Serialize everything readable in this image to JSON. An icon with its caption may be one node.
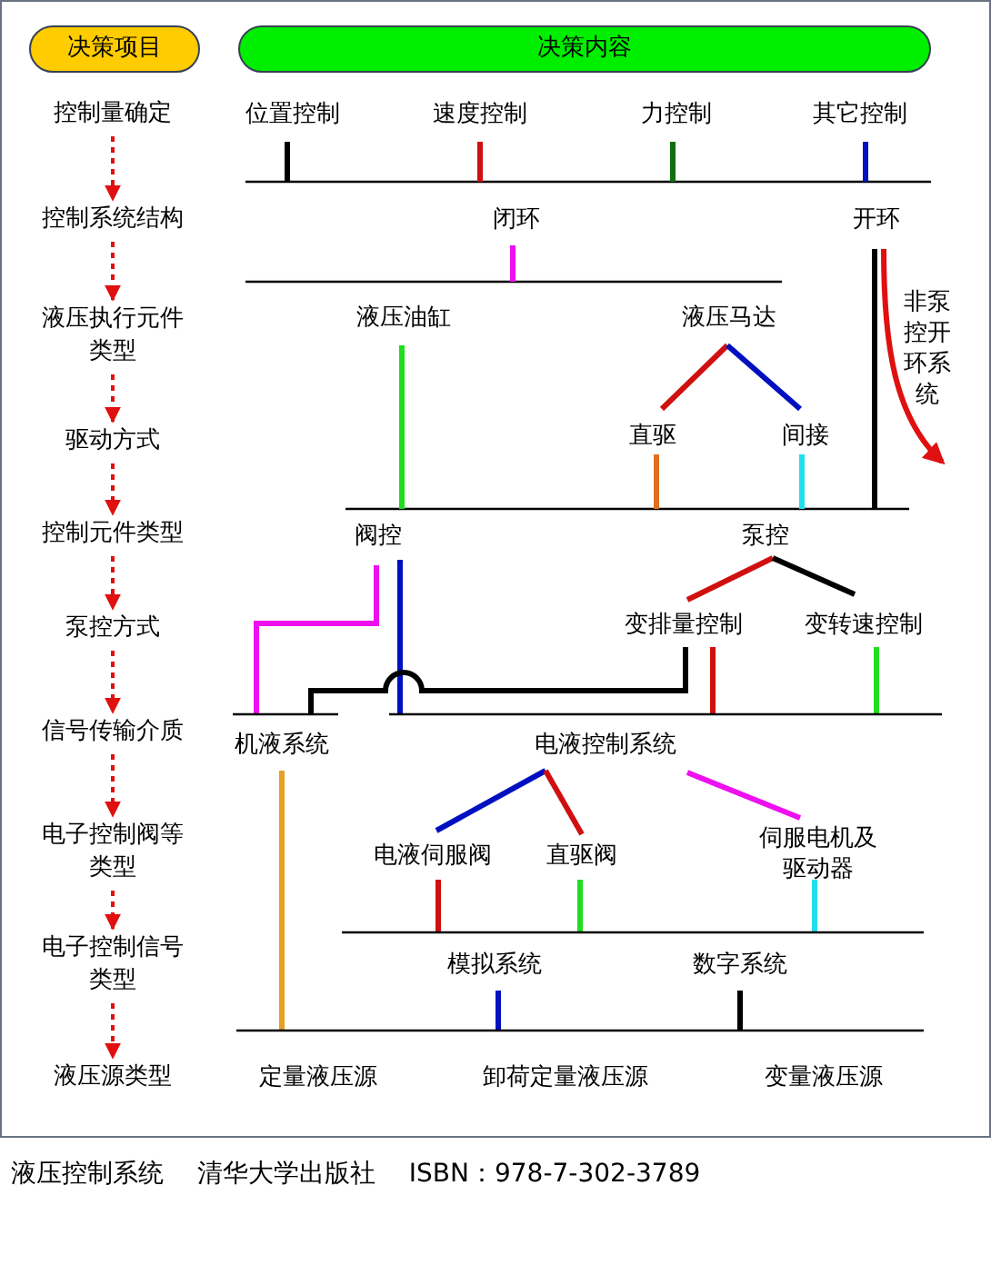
{
  "diagram": {
    "caption": "液压控制系统 清华大学出版社 ISBN：978-7-302-3789",
    "nodes": [
      {
        "text": [
          "决策项目"
        ]
      },
      {
        "text": [
          "决策内容"
        ]
      },
      {
        "text": [
          "控制量确定"
        ]
      },
      {
        "text": [
          "控制系统结构"
        ]
      },
      {
        "text": [
          "液压执行元件类型"
        ]
      },
      {
        "text": [
          "驱动方式"
        ]
      },
      {
        "text": [
          "控制元件类型"
        ]
      },
      {
        "text": [
          "泵控方式"
        ]
      },
      {
        "text": [
          "信号传输介质"
        ]
      },
      {
        "text": [
          "电子控制阀等类型"
        ]
      },
      {
        "text": [
          "电子控制信号类型"
        ]
      },
      {
        "text": [
          "液压源类型"
        ]
      }
    ],
    "edges": [
      {
        "from": 2,
        "to": 3,
        "arrow": "to",
        "style": "dashed"
      },
      {
        "from": 3,
        "to": 4,
        "arrow": "to",
        "style": "dashed"
      },
      {
        "from": 4,
        "to": 5,
        "arrow": "to",
        "style": "dashed"
      },
      {
        "from": 5,
        "to": 6,
        "arrow": "to",
        "style": "dashed"
      },
      {
        "from": 6,
        "to": 7,
        "arrow": "to",
        "style": "dashed"
      },
      {
        "from": 7,
        "to": 8,
        "arrow": "to",
        "style": "dashed"
      },
      {
        "from": 8,
        "to": 9,
        "arrow": "to",
        "style": "dashed"
      },
      {
        "from": 9,
        "to": 10,
        "arrow": "to",
        "style": "dashed"
      },
      {
        "from": 10,
        "to": 11,
        "arrow": "to",
        "style": "dashed"
      }
    ],
    "labels": [
      "位置控制",
      "速度控制",
      "力控制",
      "其它控制",
      "闭环",
      "开环",
      "非泵控开环系统",
      "液压油缸",
      "液压马达",
      "直驱",
      "间接",
      "阀控",
      "泵控",
      "变排量控制",
      "变转速控制",
      "机液系统",
      "电液控制系统",
      "电液伺服阀",
      "直驱阀",
      "伺服电机及驱动器",
      "模拟系统",
      "数字系统",
      "定量液压源",
      "卸荷定量液压源",
      "变量液压源"
    ]
  }
}
